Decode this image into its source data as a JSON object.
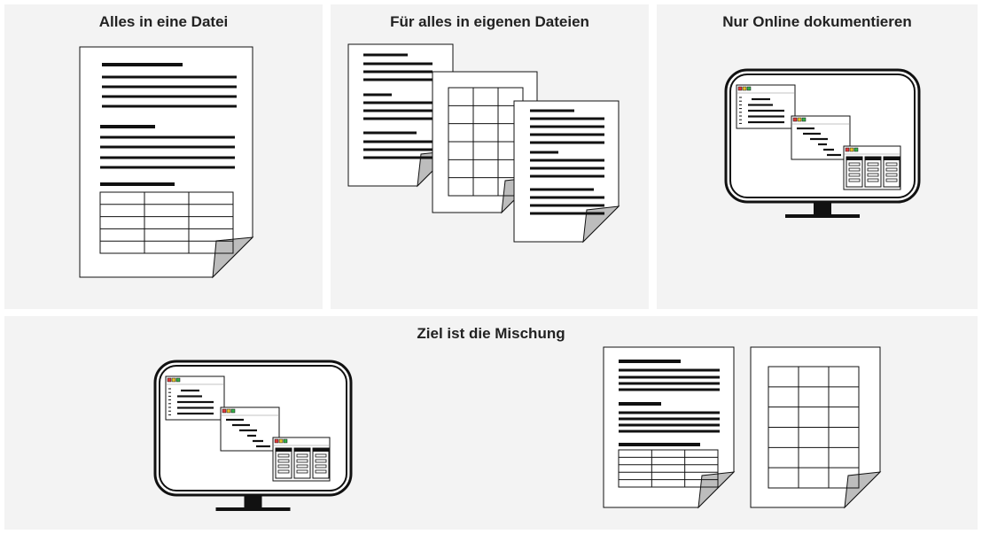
{
  "panels": {
    "single_file": {
      "title": "Alles in eine Datei"
    },
    "separate_files": {
      "title": "Für alles in eigenen Dateien"
    },
    "online_only": {
      "title": "Nur Online dokumentieren"
    },
    "mixture": {
      "title": "Ziel ist die Mischung"
    }
  },
  "colors": {
    "panel_bg": "#f3f3f3",
    "line": "#111111",
    "fold": "#bdbdbd",
    "btn_red": "#e23b3b",
    "btn_yellow": "#e8c22a",
    "btn_green": "#36b24a"
  },
  "icons": [
    "document-icon",
    "table-document-icon",
    "monitor-icon",
    "window-icon"
  ]
}
